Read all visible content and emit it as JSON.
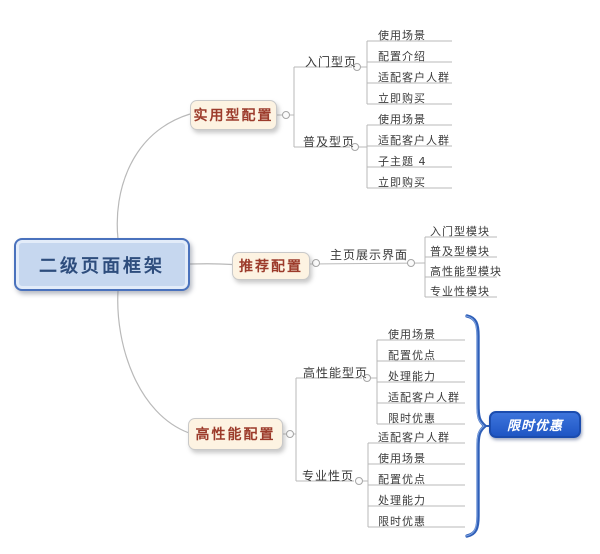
{
  "root": {
    "label": "二级页面框架"
  },
  "branches": [
    {
      "label": "实用型配置",
      "children": [
        {
          "label": "入门型页",
          "children": [
            {
              "label": "使用场景"
            },
            {
              "label": "配置介绍"
            },
            {
              "label": "适配客户人群"
            },
            {
              "label": "立即购买"
            }
          ]
        },
        {
          "label": "普及型页",
          "children": [
            {
              "label": "使用场景"
            },
            {
              "label": "适配客户人群"
            },
            {
              "label": "子主题 4"
            },
            {
              "label": "立即购买"
            }
          ]
        }
      ]
    },
    {
      "label": "推荐配置",
      "children": [
        {
          "label": "主页展示界面",
          "children": [
            {
              "label": "入门型模块"
            },
            {
              "label": "普及型模块"
            },
            {
              "label": "高性能型模块"
            },
            {
              "label": "专业性模块"
            }
          ]
        }
      ]
    },
    {
      "label": "高性能配置",
      "children": [
        {
          "label": "高性能型页",
          "children": [
            {
              "label": "使用场景"
            },
            {
              "label": "配置优点"
            },
            {
              "label": "处理能力"
            },
            {
              "label": "适配客户人群"
            },
            {
              "label": "限时优惠"
            }
          ]
        },
        {
          "label": "专业性页",
          "children": [
            {
              "label": "适配客户人群"
            },
            {
              "label": "使用场景"
            },
            {
              "label": "配置优点"
            },
            {
              "label": "处理能力"
            },
            {
              "label": "限时优惠"
            }
          ]
        }
      ]
    }
  ],
  "summary": {
    "label": "限时优惠"
  },
  "colors": {
    "root_fill": "#c6d7ef",
    "root_border": "#4a72bd",
    "root_text": "#2e4d7d",
    "branch_fill": "#fdf3e2",
    "branch_border": "#c9c9c9",
    "branch_text": "#9c3b2b",
    "connector_line": "#b9b9b9",
    "child_text": "#3b3b3b",
    "brace": "#2f5fb8",
    "callout_fill": "#2b66d0",
    "callout_border": "#1b4cae",
    "callout_text": "#ffffff"
  }
}
